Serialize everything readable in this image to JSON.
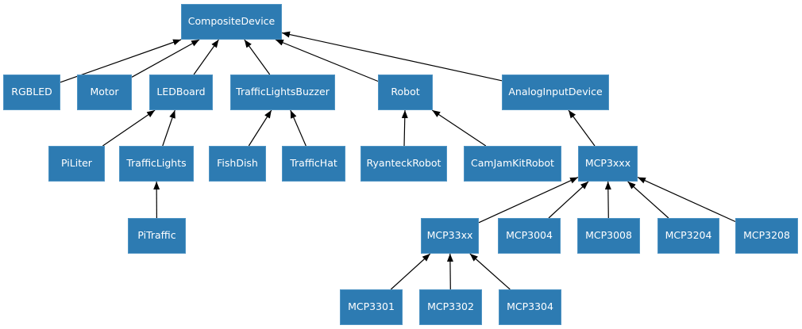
{
  "diagram": {
    "kind": "class-inheritance-diagram",
    "background": "#ffffff",
    "colors": {
      "node_fill": "#2d7bb2",
      "node_border": "#4f94c4",
      "node_text": "#ffffff",
      "edge": "#000000"
    },
    "nodes": [
      {
        "id": "CompositeDevice",
        "label": "CompositeDevice"
      },
      {
        "id": "RGBLED",
        "label": "RGBLED"
      },
      {
        "id": "Motor",
        "label": "Motor"
      },
      {
        "id": "LEDBoard",
        "label": "LEDBoard"
      },
      {
        "id": "TrafficLightsBuzzer",
        "label": "TrafficLightsBuzzer"
      },
      {
        "id": "Robot",
        "label": "Robot"
      },
      {
        "id": "AnalogInputDevice",
        "label": "AnalogInputDevice"
      },
      {
        "id": "PiLiter",
        "label": "PiLiter"
      },
      {
        "id": "TrafficLights",
        "label": "TrafficLights"
      },
      {
        "id": "FishDish",
        "label": "FishDish"
      },
      {
        "id": "TrafficHat",
        "label": "TrafficHat"
      },
      {
        "id": "RyanteckRobot",
        "label": "RyanteckRobot"
      },
      {
        "id": "CamJamKitRobot",
        "label": "CamJamKitRobot"
      },
      {
        "id": "MCP3xxx",
        "label": "MCP3xxx"
      },
      {
        "id": "PiTraffic",
        "label": "PiTraffic"
      },
      {
        "id": "MCP33xx",
        "label": "MCP33xx"
      },
      {
        "id": "MCP3004",
        "label": "MCP3004"
      },
      {
        "id": "MCP3008",
        "label": "MCP3008"
      },
      {
        "id": "MCP3204",
        "label": "MCP3204"
      },
      {
        "id": "MCP3208",
        "label": "MCP3208"
      },
      {
        "id": "MCP3301",
        "label": "MCP3301"
      },
      {
        "id": "MCP3302",
        "label": "MCP3302"
      },
      {
        "id": "MCP3304",
        "label": "MCP3304"
      }
    ],
    "edges": [
      {
        "from": "RGBLED",
        "to": "CompositeDevice"
      },
      {
        "from": "Motor",
        "to": "CompositeDevice"
      },
      {
        "from": "LEDBoard",
        "to": "CompositeDevice"
      },
      {
        "from": "TrafficLightsBuzzer",
        "to": "CompositeDevice"
      },
      {
        "from": "Robot",
        "to": "CompositeDevice"
      },
      {
        "from": "AnalogInputDevice",
        "to": "CompositeDevice"
      },
      {
        "from": "PiLiter",
        "to": "LEDBoard"
      },
      {
        "from": "TrafficLights",
        "to": "LEDBoard"
      },
      {
        "from": "FishDish",
        "to": "TrafficLightsBuzzer"
      },
      {
        "from": "TrafficHat",
        "to": "TrafficLightsBuzzer"
      },
      {
        "from": "RyanteckRobot",
        "to": "Robot"
      },
      {
        "from": "CamJamKitRobot",
        "to": "Robot"
      },
      {
        "from": "MCP3xxx",
        "to": "AnalogInputDevice"
      },
      {
        "from": "PiTraffic",
        "to": "TrafficLights"
      },
      {
        "from": "MCP33xx",
        "to": "MCP3xxx"
      },
      {
        "from": "MCP3004",
        "to": "MCP3xxx"
      },
      {
        "from": "MCP3008",
        "to": "MCP3xxx"
      },
      {
        "from": "MCP3204",
        "to": "MCP3xxx"
      },
      {
        "from": "MCP3208",
        "to": "MCP3xxx"
      },
      {
        "from": "MCP3301",
        "to": "MCP33xx"
      },
      {
        "from": "MCP3302",
        "to": "MCP33xx"
      },
      {
        "from": "MCP3304",
        "to": "MCP33xx"
      }
    ]
  }
}
